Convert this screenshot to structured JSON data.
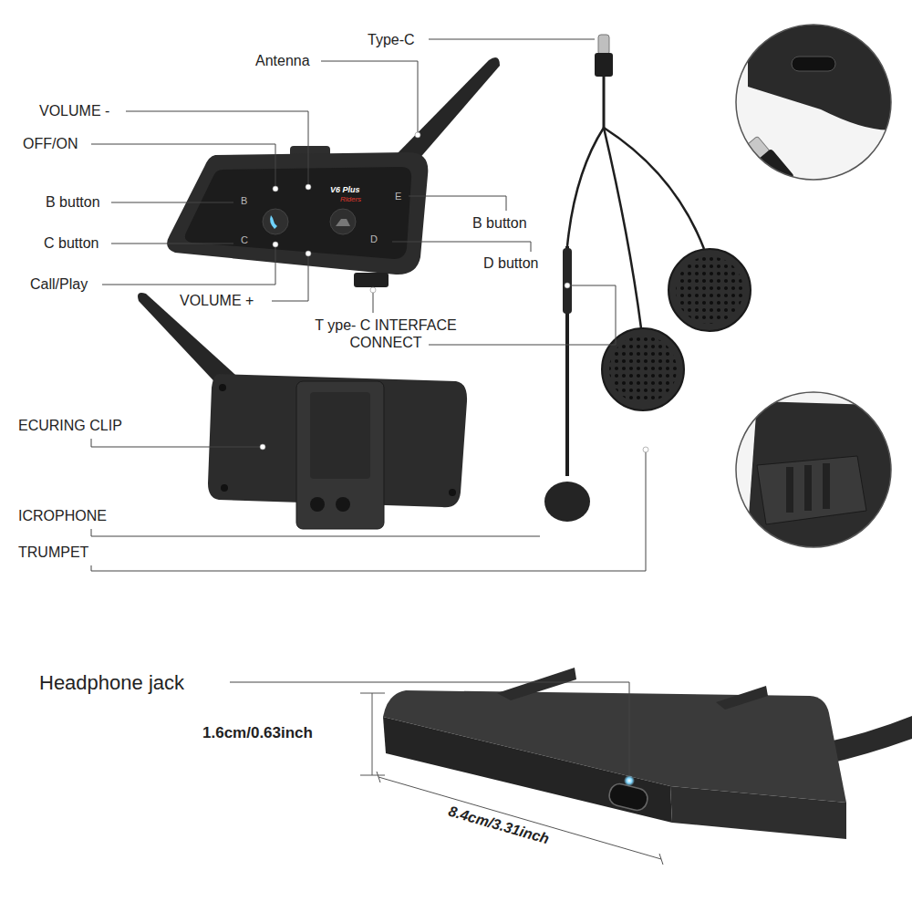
{
  "diagram": {
    "labels": [
      "Type-C",
      "Antenna",
      "VOLUME -",
      "OFF/ON",
      "B button",
      "C button",
      "Call/Play",
      "VOLUME +",
      "B button",
      "D button",
      "T ype- C INTERFACE CONNECT",
      "ECURING CLIP",
      "ICROPHONE",
      "TRUMPET",
      "B",
      "E",
      "C",
      "D",
      "V6 Plus",
      "Riders",
      "Headphone jack",
      "1.6cm/0.63inch",
      "8.4cm/3.31inch"
    ]
  }
}
